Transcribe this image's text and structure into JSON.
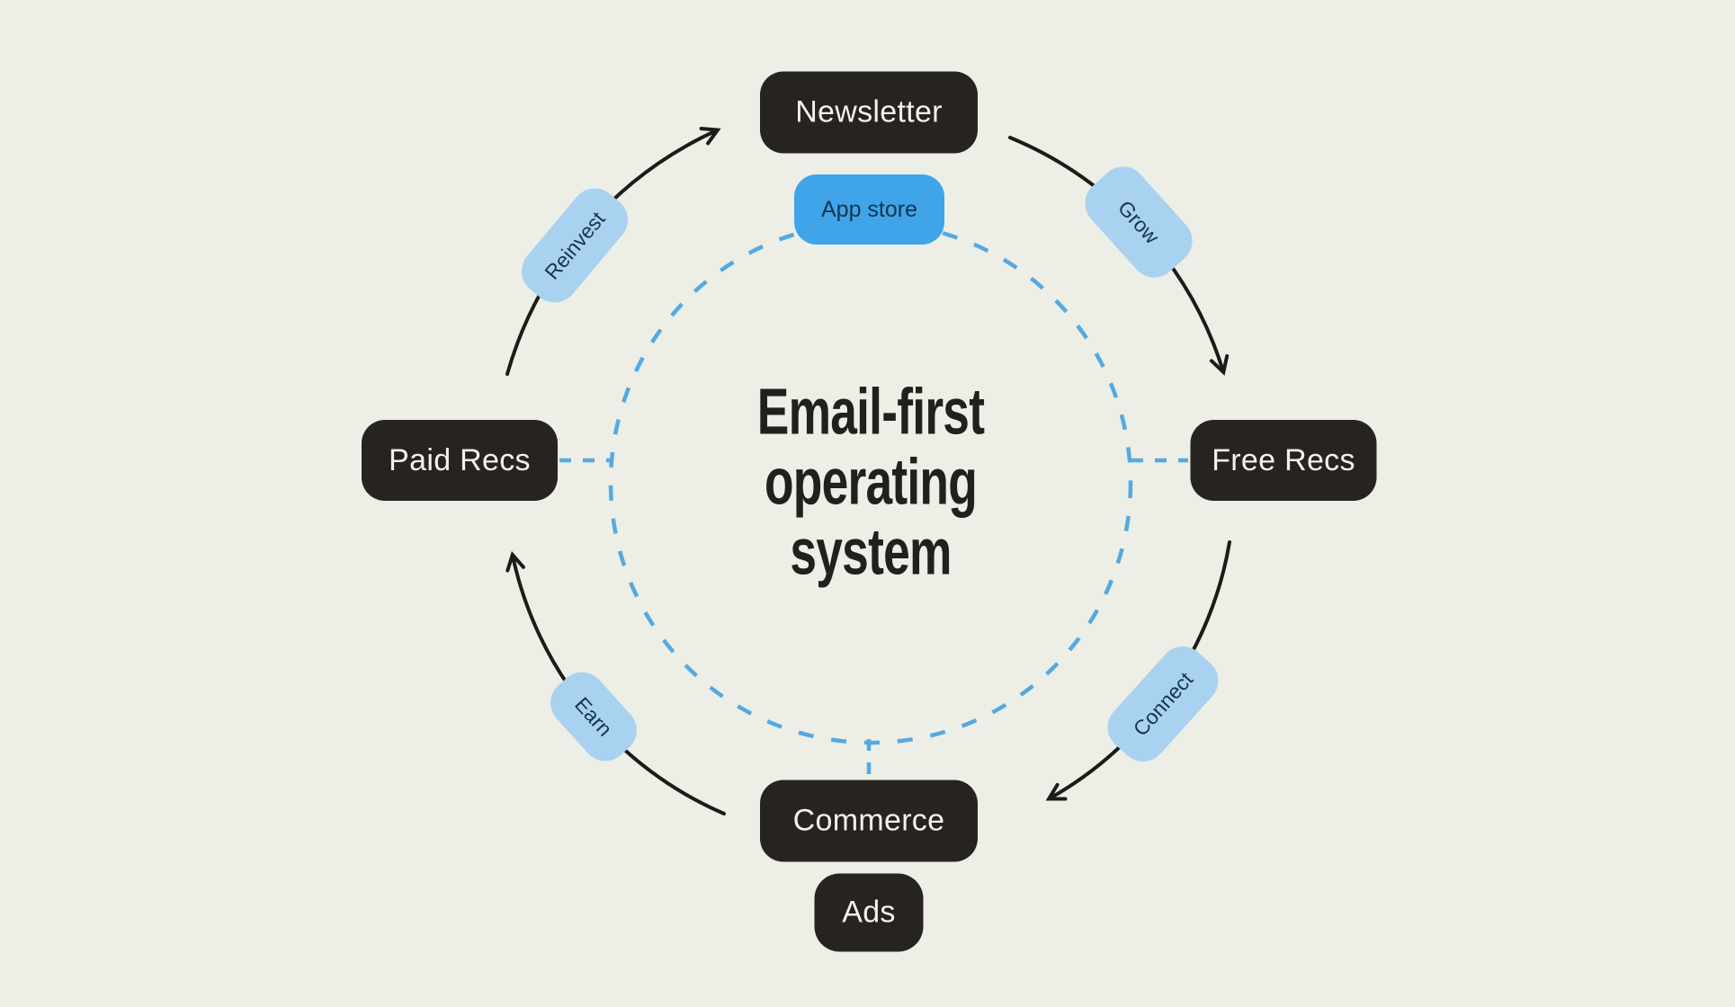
{
  "center": {
    "title": "Email-first operating system",
    "title_lines": [
      "Email-first",
      "operating",
      "system"
    ]
  },
  "nodes": [
    {
      "id": "newsletter",
      "label": "Newsletter"
    },
    {
      "id": "free-recs",
      "label": "Free Recs"
    },
    {
      "id": "commerce",
      "label": "Commerce"
    },
    {
      "id": "ads",
      "label": "Ads"
    },
    {
      "id": "paid-recs",
      "label": "Paid Recs"
    }
  ],
  "pills": [
    {
      "id": "app-store",
      "label": "App store"
    },
    {
      "id": "grow",
      "label": "Grow"
    },
    {
      "id": "connect",
      "label": "Connect"
    },
    {
      "id": "earn",
      "label": "Earn"
    },
    {
      "id": "reinvest",
      "label": "Reinvest"
    }
  ],
  "colors": {
    "bg": "#edeee5",
    "nodeDark": "#262321",
    "nodeText": "#f3f2ec",
    "pillSolidBlue": "#3fa5e8",
    "pillLightBlue": "#a9d2f1",
    "pillText": "#14344f",
    "circleBlue": "#54a9e2",
    "arrowDark": "#1d1b18",
    "titleDark": "#21201c"
  }
}
